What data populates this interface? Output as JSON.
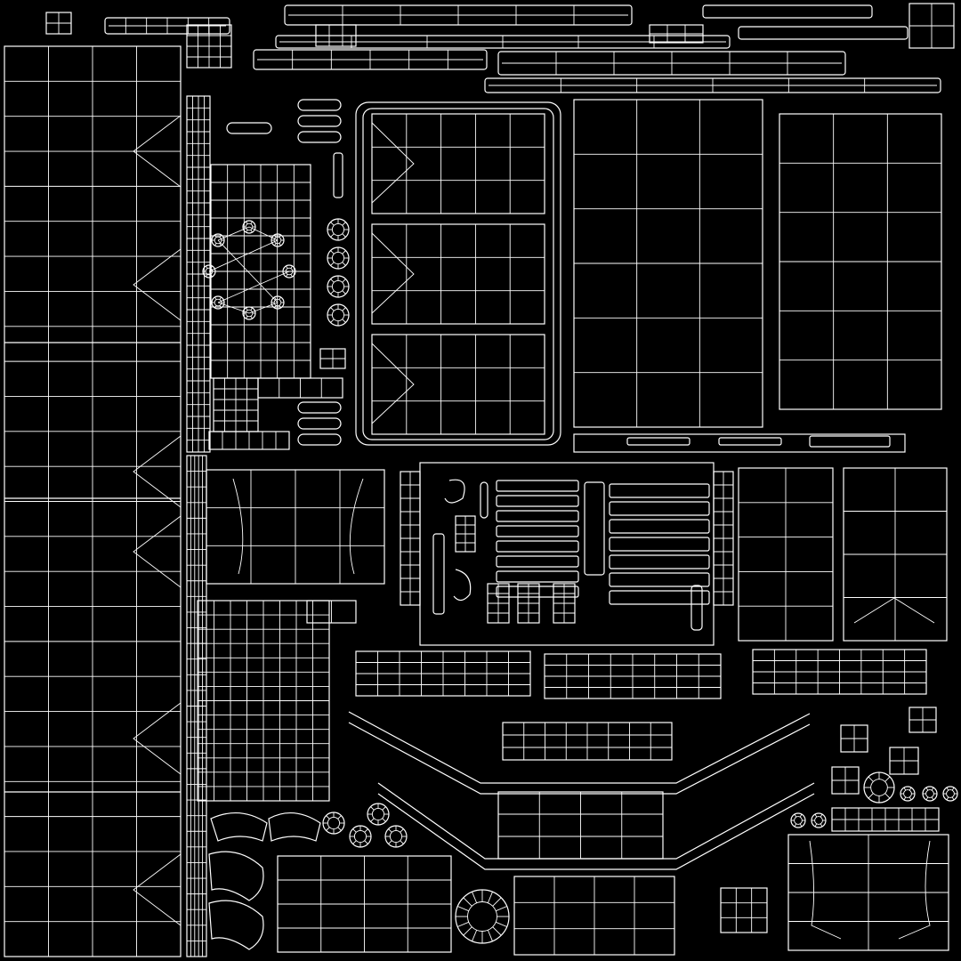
{
  "uv_layout": {
    "background_color": "#000000",
    "wire_color": "#ffffff",
    "islands": [
      {
        "id": "tall-panel-left",
        "shape": "grid",
        "cols": 4,
        "rows": 26
      },
      {
        "id": "strip-vertical-1",
        "shape": "grid",
        "cols": 4,
        "rows": 30
      },
      {
        "id": "strip-vertical-2",
        "shape": "grid",
        "cols": 5,
        "rows": 32
      },
      {
        "id": "top-cap-small",
        "shape": "grid",
        "cols": 2,
        "rows": 2
      },
      {
        "id": "top-cap-right",
        "shape": "grid",
        "cols": 2,
        "rows": 2
      },
      {
        "id": "top-rail-1",
        "shape": "rail"
      },
      {
        "id": "top-rail-2",
        "shape": "rail"
      },
      {
        "id": "top-rail-3",
        "shape": "rail"
      },
      {
        "id": "top-rail-4",
        "shape": "rail"
      },
      {
        "id": "top-rail-5",
        "shape": "rail"
      },
      {
        "id": "top-rail-6",
        "shape": "rail"
      },
      {
        "id": "ornament-panel",
        "shape": "ornament"
      },
      {
        "id": "drawer-front-top",
        "shape": "grid",
        "cols": 5,
        "rows": 3
      },
      {
        "id": "drawer-front-middle",
        "shape": "grid",
        "cols": 5,
        "rows": 3
      },
      {
        "id": "drawer-front-bottom",
        "shape": "grid",
        "cols": 5,
        "rows": 3
      },
      {
        "id": "large-panel-center",
        "shape": "grid",
        "cols": 3,
        "rows": 6
      },
      {
        "id": "large-panel-right",
        "shape": "grid",
        "cols": 3,
        "rows": 6
      },
      {
        "id": "hardware-sheet",
        "shape": "hardware"
      },
      {
        "id": "side-panel-1",
        "shape": "grid",
        "cols": 2,
        "rows": 5
      },
      {
        "id": "side-panel-2",
        "shape": "grid",
        "cols": 2,
        "rows": 4
      },
      {
        "id": "plank-1",
        "shape": "grid",
        "cols": 8,
        "rows": 4
      },
      {
        "id": "plank-2",
        "shape": "grid",
        "cols": 8,
        "rows": 4
      },
      {
        "id": "plank-3",
        "shape": "grid",
        "cols": 8,
        "rows": 4
      },
      {
        "id": "curved-trim",
        "shape": "curve"
      },
      {
        "id": "bottom-panel",
        "shape": "grid",
        "cols": 4,
        "rows": 4
      },
      {
        "id": "round-knobs",
        "shape": "circles"
      },
      {
        "id": "bottom-right-panel",
        "shape": "grid",
        "cols": 2,
        "rows": 4
      }
    ]
  }
}
